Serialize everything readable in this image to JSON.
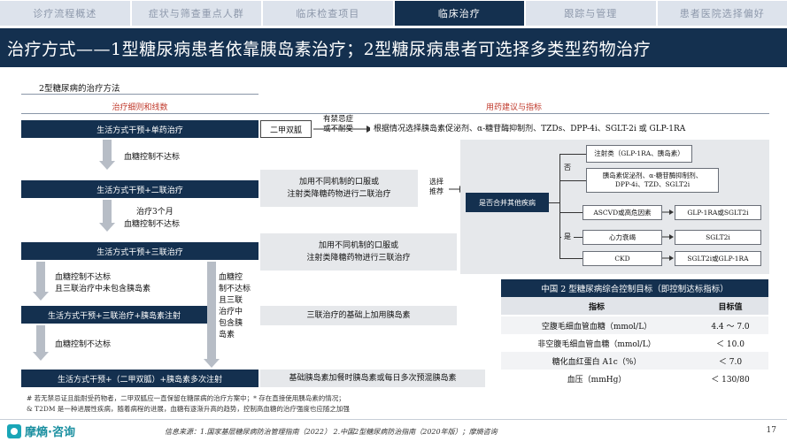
{
  "tabs": [
    {
      "label": "诊疗流程概述",
      "active": false
    },
    {
      "label": "症状与筛查重点人群",
      "active": false
    },
    {
      "label": "临床检查项目",
      "active": false
    },
    {
      "label": "临床治疗",
      "active": true
    },
    {
      "label": "跟踪与管理",
      "active": false
    },
    {
      "label": "患者医院选择偏好",
      "active": false
    }
  ],
  "banner": "治疗方式——1型糖尿病患者依靠胰岛素治疗；2型糖尿病患者可选择多类型药物治疗",
  "section_title": "2型糖尿病的治疗方法",
  "col_heads": {
    "left": "治疗细则和线数",
    "right": "用药建议与指标"
  },
  "left": {
    "box1": "生活方式干预+单药治疗",
    "note1": "血糖控制不达标",
    "box2": "生活方式干预+二联治疗",
    "note2a": "治疗3个月",
    "note2b": "血糖控制不达标",
    "box3": "生活方式干预+三联治疗",
    "note3a": "血糖控制不达标",
    "note3b": "且三联治疗中未包含胰岛素",
    "note3r": [
      "血糖控",
      "制不达标",
      "且三联",
      "治疗中",
      "包含胰",
      "岛素"
    ],
    "box4": "生活方式干预+三联治疗+胰岛素注射",
    "note4": "血糖控制不达标",
    "box5": "生活方式干预+（二甲双胍）+胰岛素多次注射"
  },
  "middle": {
    "metformin": "二甲双胍",
    "contra_a": "有禁忌症",
    "contra_b": "或不耐受",
    "row1": "根据情况选择胰岛素促泌剂、α-糖苷酶抑制剂、TZDs、DPP-4i、SGLT-2i 或 GLP-1RA",
    "row2a": "加用不同机制的口服或",
    "row2b": "注射类降糖药物进行二联治疗",
    "choose_a": "选择",
    "choose_b": "推荐",
    "row3a": "加用不同机制的口服或",
    "row3b": "注射类降糖药物进行三联治疗",
    "row4": "三联治疗的基础上加用胰岛素",
    "row5": "基础胰岛素加餐时胰岛素或每日多次预混胰岛素"
  },
  "decision": {
    "question": "是否合并其他疾病",
    "no": "否",
    "yes": "是",
    "no_opt1": "注射类（GLP-1RA、胰岛素）",
    "no_opt2a": "胰岛素促泌剂、α-糖苷酶抑制剂、",
    "no_opt2b": "DPP-4i、TZD、SGLT2i",
    "yes_cond": [
      "ASCVD或高危因素",
      "心力衰竭",
      "CKD"
    ],
    "yes_drug": [
      "GLP-1RA或SGLT2i",
      "SGLT2i",
      "SGLT2i或GLP-1RA"
    ]
  },
  "table": {
    "title": "中国 2 型糖尿病综合控制目标（即控制达标指标）",
    "headers": [
      "指标",
      "目标值"
    ],
    "rows": [
      [
        "空腹毛细血管血糖（mmol/L）",
        "4.4 ～ 7.0"
      ],
      [
        "非空腹毛细血管血糖（mmol/L）",
        "＜ 10.0"
      ],
      [
        "糖化血红蛋白 A1c（%）",
        "＜ 7.0"
      ],
      [
        "血压（mmHg）",
        "＜ 130/80"
      ]
    ]
  },
  "footnotes": [
    "# 若无禁忌证且能耐受药物者，二甲双胍应一直保留在糖尿病的治疗方案中；* 存在直接使用胰岛素的情况；",
    "& T2DM 是一种进展性疾病，随着病程的进展，血糖有逐渐升高的趋势，控制高血糖的治疗强度也应随之加强"
  ],
  "logo": "摩熵·咨询",
  "source": "信息来源：1.国家基层糖尿病防治管理指南（2022） 2.中国2型糖尿病防治指南（2020年版）；摩熵咨询",
  "page_number": "17",
  "colors": {
    "navy": "#14304f",
    "accent_red": "#c0392b",
    "teal": "#1aa6b7"
  }
}
